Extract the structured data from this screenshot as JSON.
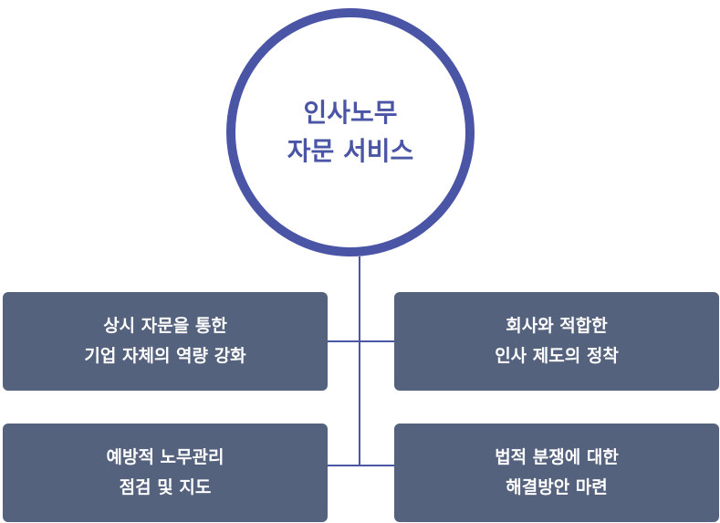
{
  "center": {
    "line1": "인사노무",
    "line2": "자문 서비스"
  },
  "boxes": {
    "top_left": {
      "line1": "상시 자문을 통한",
      "line2": "기업 자체의 역량 강화"
    },
    "top_right": {
      "line1": "회사와 적합한",
      "line2": "인사 제도의 정착"
    },
    "bottom_left": {
      "line1": "예방적 노무관리",
      "line2": "점검 및 지도"
    },
    "bottom_right": {
      "line1": "법적 분쟁에 대한",
      "line2": "해결방안 마련"
    }
  },
  "colors": {
    "accent": "#4a55a6",
    "box_fill": "#55627e",
    "box_text": "#ffffff"
  }
}
